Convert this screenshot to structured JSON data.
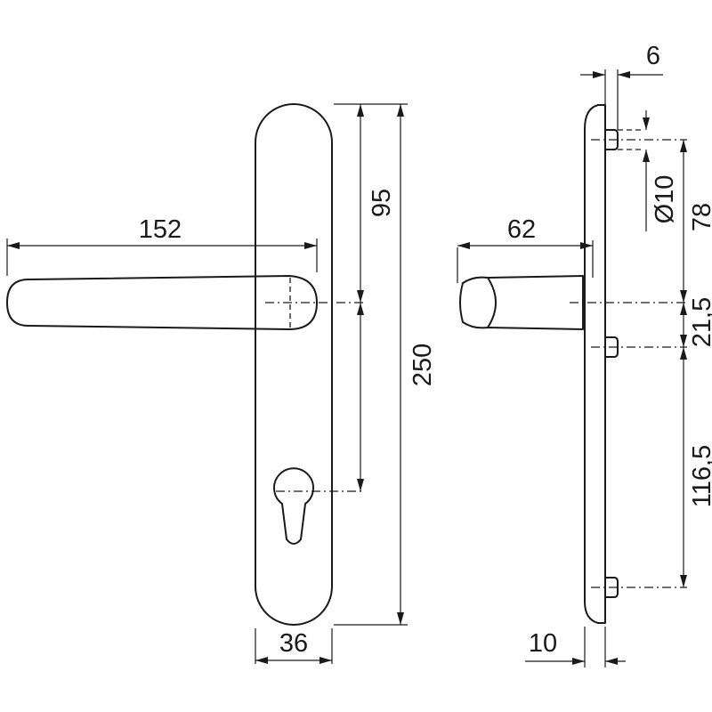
{
  "dimensions": {
    "lever_length": "152",
    "plate_width": "36",
    "top_to_handle": "95",
    "plate_height": "250",
    "side_projection": "62",
    "plate_thickness": "10",
    "pin_length": "6",
    "pin_diameter": "Ø10",
    "pin_to_handle": "78",
    "handle_to_screw": "21,5",
    "screw_spacing": "116,5"
  },
  "colors": {
    "line": "#1a1a1a",
    "background": "#ffffff"
  }
}
